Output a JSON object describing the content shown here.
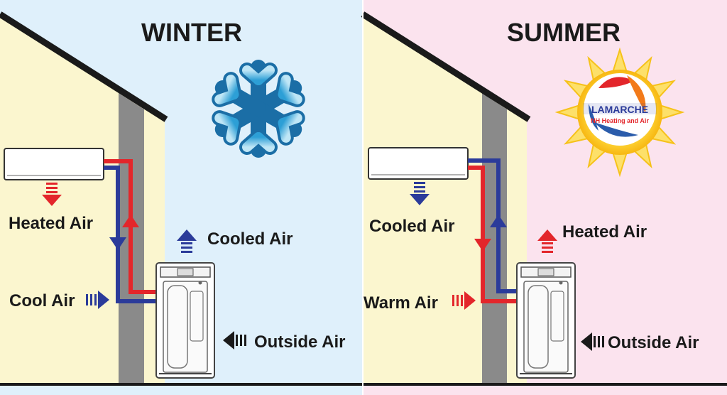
{
  "winter": {
    "title": "WINTER",
    "indoor_label": "Heated Air",
    "intake_label": "Cool Air",
    "exhaust_label": "Cooled Air",
    "outside_label": "Outside Air",
    "icon": "snowflake-icon"
  },
  "summer": {
    "title": "SUMMER",
    "indoor_label": "Cooled Air",
    "intake_label": "Warm Air",
    "exhaust_label": "Heated Air",
    "outside_label": "Outside Air",
    "icon": "sun-icon"
  },
  "logo": {
    "name": "LAMARCHE",
    "tagline": "NH Heating and Air"
  },
  "colors": {
    "winter_sky": "#dff0fb",
    "summer_sky": "#fbe3ee",
    "wall_interior": "#fbf6cf",
    "wall_gray": "#8a8a8a",
    "hot_line": "#e3262b",
    "cold_line": "#2b3b9a",
    "text": "#1a1a1a"
  }
}
